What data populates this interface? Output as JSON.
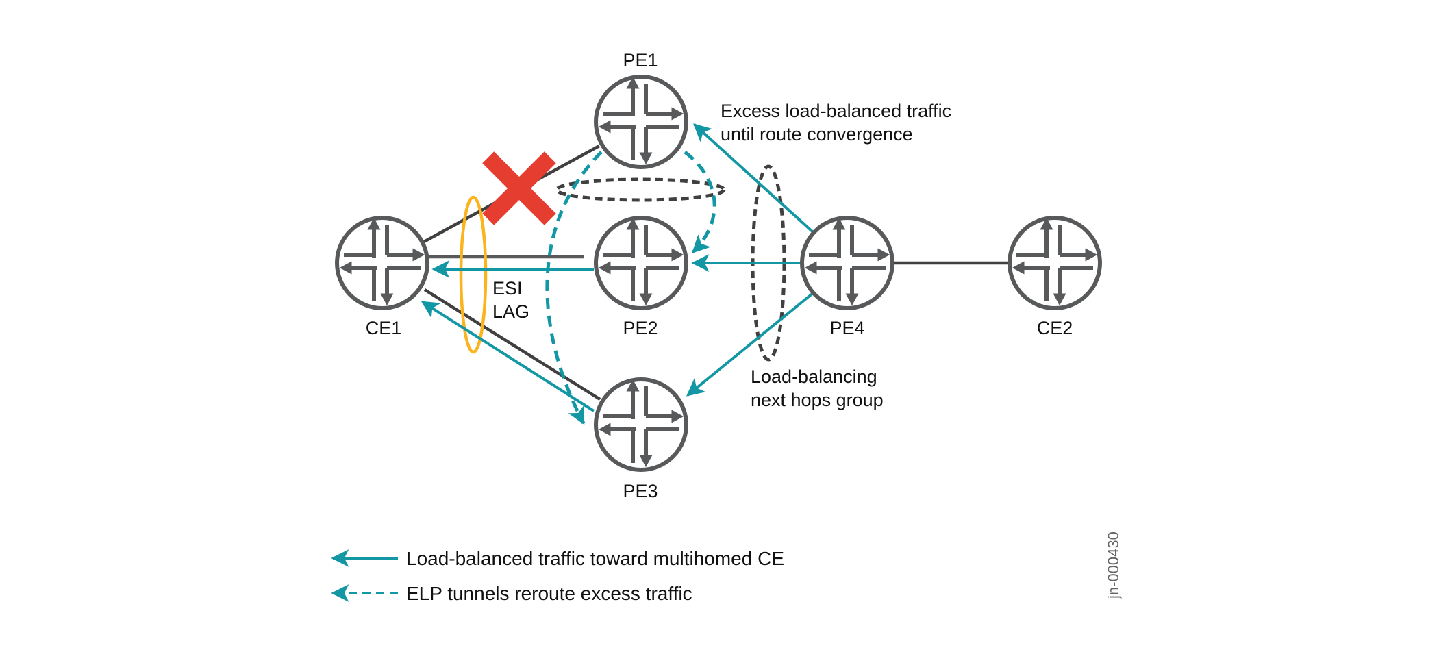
{
  "diagram": {
    "nodes": [
      {
        "id": "CE1",
        "label": "CE1",
        "type": "router"
      },
      {
        "id": "PE1",
        "label": "PE1",
        "type": "router"
      },
      {
        "id": "PE2",
        "label": "PE2",
        "type": "router"
      },
      {
        "id": "PE3",
        "label": "PE3",
        "type": "router"
      },
      {
        "id": "PE4",
        "label": "PE4",
        "type": "router"
      },
      {
        "id": "CE2",
        "label": "CE2",
        "type": "router"
      }
    ],
    "links": [
      {
        "from": "CE1",
        "to": "PE1",
        "state": "failed"
      },
      {
        "from": "CE1",
        "to": "PE2",
        "state": "up"
      },
      {
        "from": "CE1",
        "to": "PE3",
        "state": "up"
      },
      {
        "from": "PE4",
        "to": "CE2",
        "state": "up"
      }
    ],
    "flows": [
      {
        "from": "PE4",
        "to": "PE1",
        "style": "solid",
        "meaning": "load-balanced"
      },
      {
        "from": "PE4",
        "to": "PE2",
        "style": "solid",
        "meaning": "load-balanced"
      },
      {
        "from": "PE4",
        "to": "PE3",
        "style": "solid",
        "meaning": "load-balanced"
      },
      {
        "from": "PE2",
        "to": "CE1",
        "style": "solid",
        "meaning": "load-balanced"
      },
      {
        "from": "PE3",
        "to": "CE1",
        "style": "solid",
        "meaning": "load-balanced"
      },
      {
        "from": "PE1",
        "to": "PE2",
        "style": "dashed",
        "meaning": "ELP tunnel"
      },
      {
        "from": "PE1",
        "to": "PE3",
        "style": "dashed",
        "meaning": "ELP tunnel"
      }
    ],
    "failure_marker": "red-x-icon",
    "esi_lag_label": [
      "ESI",
      "LAG"
    ],
    "annotations": {
      "excess": [
        "Excess load-balanced traffic",
        "until route convergence"
      ],
      "lb_group": [
        "Load-balancing",
        "next hops group"
      ]
    },
    "legend": [
      {
        "style": "solid",
        "label": "Load-balanced traffic toward multihomed CE"
      },
      {
        "style": "dashed",
        "label": "ELP tunnels reroute excess traffic"
      }
    ],
    "doc_id": "jn-000430",
    "colors": {
      "router": "#58595b",
      "link": "#404041",
      "flow": "#1397a5",
      "failure": "#e53e30",
      "esi_lag": "#fbb41d",
      "group_ellipse": "#404041"
    }
  }
}
